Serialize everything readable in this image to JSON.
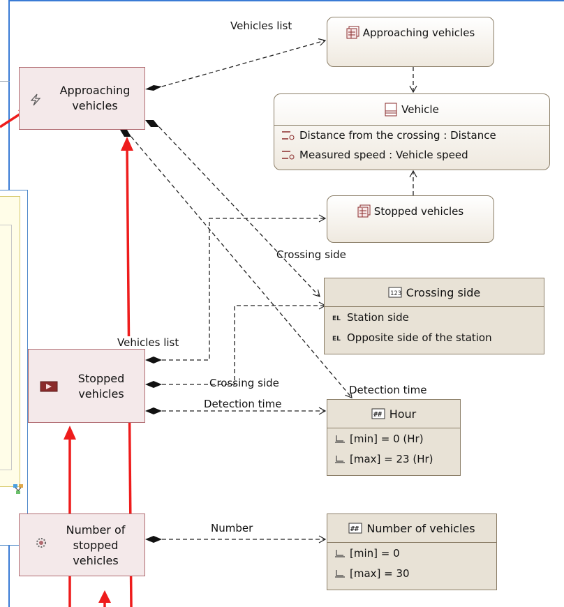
{
  "components": {
    "approaching": {
      "label_line1": "Approaching",
      "label_line2": "vehicles",
      "icon": "lightning-icon"
    },
    "stopped": {
      "label_line1": "Stopped",
      "label_line2": "vehicles",
      "icon": "play-box-icon"
    },
    "number_stopped": {
      "label_line1": "Number of",
      "label_line2": "stopped",
      "label_line3": "vehicles",
      "icon": "gear-icon"
    }
  },
  "lists": {
    "approaching_vehicles": "Approaching vehicles",
    "stopped_vehicles": "Stopped vehicles"
  },
  "vehicle_class": {
    "title": "Vehicle",
    "attributes": [
      "Distance from the crossing : Distance",
      "Measured speed : Vehicle speed"
    ]
  },
  "crossing_side": {
    "title": "Crossing side",
    "literals": [
      "Station side",
      "Opposite side of the station"
    ]
  },
  "hour": {
    "title": "Hour",
    "constraints": [
      "[min]  = 0 (Hr)",
      "[max]  = 23 (Hr)"
    ]
  },
  "number_of_vehicles": {
    "title": "Number of vehicles",
    "constraints": [
      "[min]  = 0",
      "[max]  = 30"
    ]
  },
  "edge_labels": {
    "vehicles_list_top": "Vehicles list",
    "crossing_side_mid": "Crossing side",
    "vehicles_list_stopped": "Vehicles list",
    "crossing_side_stopped": "Crossing side",
    "detection_time_stopped": "Detection time",
    "detection_time_hour": "Detection time",
    "number": "Number"
  },
  "colors": {
    "arrow_red": "#ee1c1c",
    "frame_blue": "#3a7bd5",
    "component_border": "#b06a70"
  }
}
